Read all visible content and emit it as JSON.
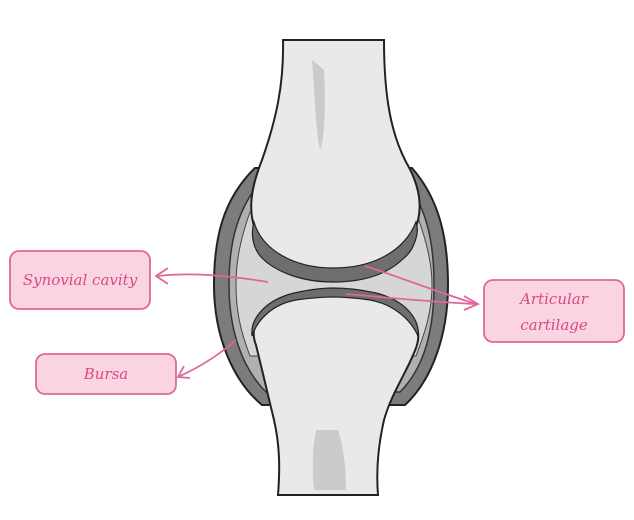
{
  "labels": {
    "synovial_cavity": "Synovial cavity",
    "bursa": "Bursa",
    "articular_cartilage_line1": "Articular",
    "articular_cartilage_line2": "cartilage"
  },
  "colors": {
    "callout_fill": "#fbd4e2",
    "callout_border": "#e0679a",
    "callout_text": "#d84a86",
    "bone": "#e9e9e9",
    "bone_outline": "#222222",
    "capsule_dark": "#7c7c7c",
    "capsule_mid": "#b0b0b0",
    "cavity": "#d6d6d6"
  }
}
